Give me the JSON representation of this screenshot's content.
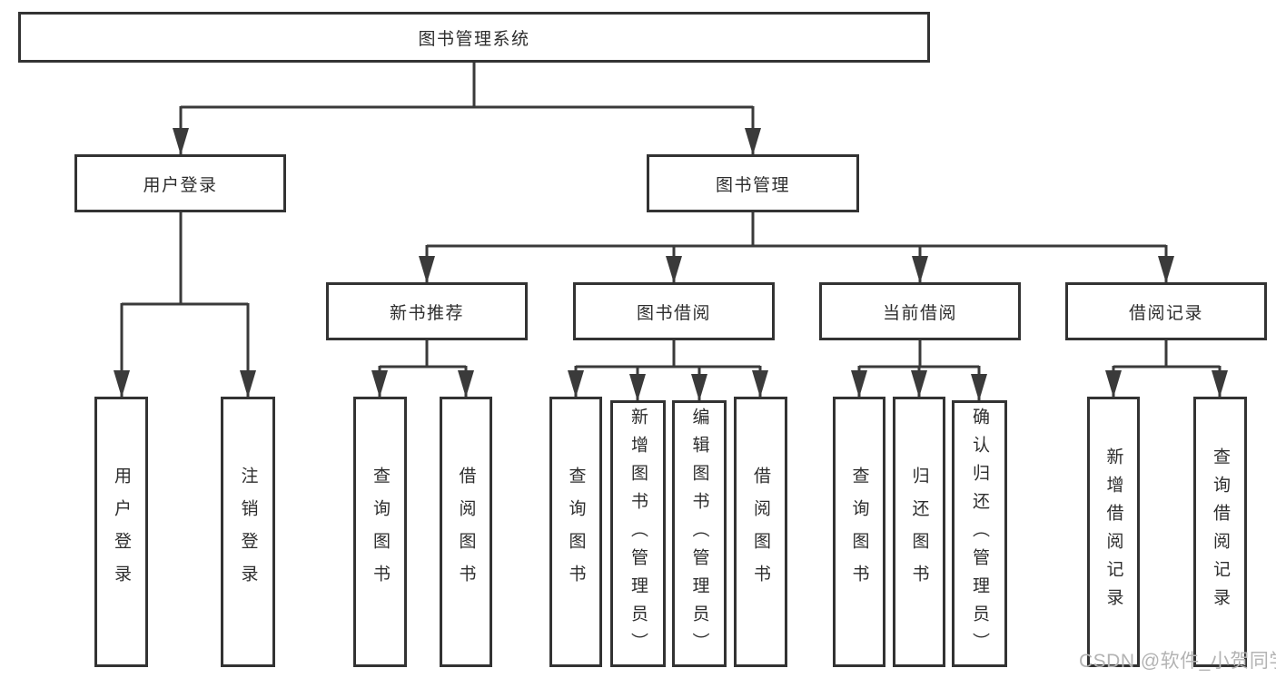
{
  "colors": {
    "line": "#3a3a3a",
    "box_border": "#333333",
    "text": "#2d2d2d",
    "watermark": "#b3b3b3",
    "background": "#ffffff"
  },
  "watermark": {
    "text": "CSDN @软件_小贺同学"
  },
  "tree": {
    "root": {
      "label": "图书管理系统",
      "children": [
        {
          "label": "用户登录",
          "children": [
            {
              "label": "用户登录"
            },
            {
              "label": "注销登录"
            }
          ]
        },
        {
          "label": "图书管理",
          "children": [
            {
              "label": "新书推荐",
              "children": [
                {
                  "label": "查询图书"
                },
                {
                  "label": "借阅图书"
                }
              ]
            },
            {
              "label": "图书借阅",
              "children": [
                {
                  "label": "查询图书"
                },
                {
                  "label": "新增图书（管理员）"
                },
                {
                  "label": "编辑图书（管理员）"
                },
                {
                  "label": "借阅图书"
                }
              ]
            },
            {
              "label": "当前借阅",
              "children": [
                {
                  "label": "查询图书"
                },
                {
                  "label": "归还图书"
                },
                {
                  "label": "确认归还（管理员）"
                }
              ]
            },
            {
              "label": "借阅记录",
              "children": [
                {
                  "label": "新增借阅记录"
                },
                {
                  "label": "查询借阅记录"
                }
              ]
            }
          ]
        }
      ]
    }
  }
}
